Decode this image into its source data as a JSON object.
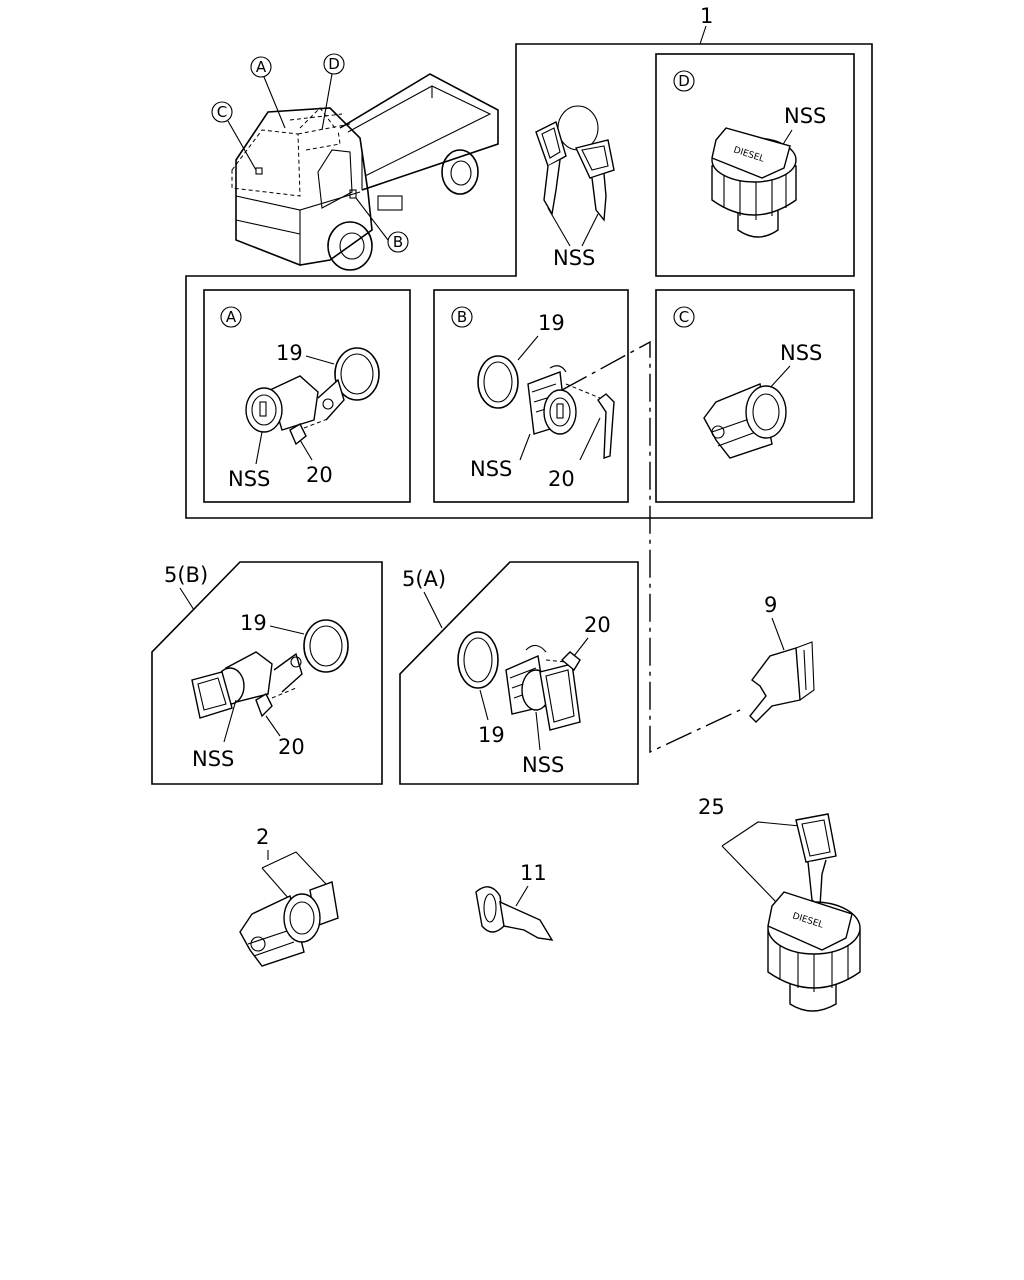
{
  "labels": {
    "group_1": "1",
    "nss": "NSS",
    "part_19": "19",
    "part_20": "20",
    "part_9": "9",
    "part_2": "2",
    "part_11": "11",
    "part_25": "25",
    "set_5b": "5(B)",
    "set_5a": "5(A)"
  },
  "callouts": {
    "a": "A",
    "b": "B",
    "c": "C",
    "d": "D"
  },
  "fuel_cap_text": "DIESEL",
  "icons": [
    "truck-icon",
    "key-icon",
    "fuel-cap-icon",
    "lock-cylinder-icon",
    "gasket-ring-icon",
    "lever-icon",
    "clip-icon"
  ]
}
